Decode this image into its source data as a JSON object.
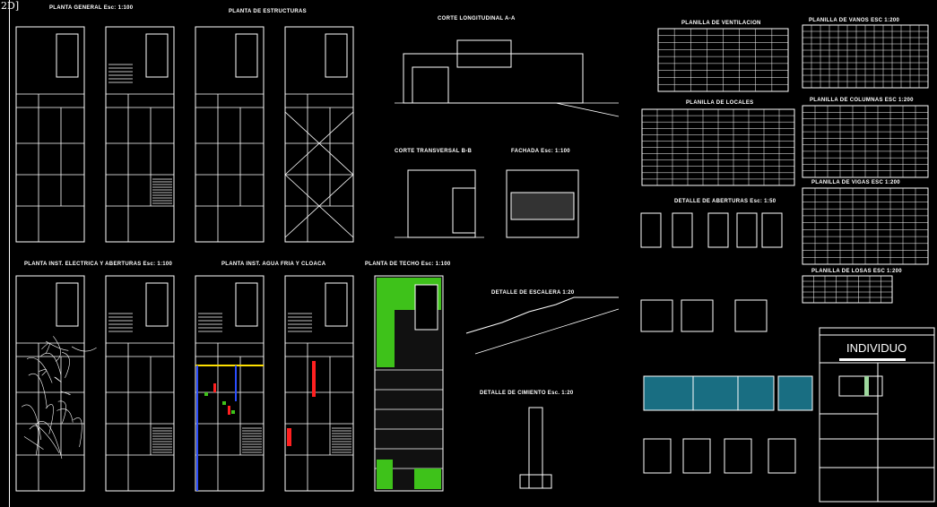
{
  "viewport_label": "2D]",
  "titles": {
    "planta_general": "PLANTA GENERAL Esc: 1:100",
    "planta_estructuras": "PLANTA DE ESTRUCTURAS",
    "corte_longitudinal": "CORTE LONGITUDINAL A-A",
    "corte_transversal": "CORTE TRANSVERSAL B-B",
    "fachada": "FACHADA Esc: 1:100",
    "planilla_ventilacion": "PLANILLA DE VENTILACION",
    "planilla_vanos": "PLANILLA DE VANOS ESC 1:200",
    "planilla_locales": "PLANILLA DE LOCALES",
    "planilla_columnas": "PLANILLA DE COLUMNAS ESC 1:200",
    "planilla_vigas": "PLANILLA DE VIGAS ESC 1:200",
    "planilla_losas": "PLANILLA DE LOSAS ESC 1:200",
    "detalle_aberturas": "DETALLE DE ABERTURAS Esc: 1:50",
    "planta_electrica": "PLANTA INST. ELECTRICA Y ABERTURAS Esc: 1:100",
    "planta_agua": "PLANTA INST. AGUA FRIA Y CLOACA",
    "planta_techo": "PLANTA DE TECHO Esc: 1:100",
    "detalle_escalera": "DETALLE DE ESCALERA 1:20",
    "detalle_cimiento": "DETALLE DE CIMIENTO Esc. 1:20"
  },
  "title_block": {
    "name": "INDIVIDUO"
  },
  "colors": {
    "background": "#000000",
    "lines": "#ffffff",
    "roof": "#3ec21a",
    "electric": "#2a4dff",
    "water": "#ff2020",
    "yellow": "#ffe000",
    "glass": "#2ab8d8"
  }
}
